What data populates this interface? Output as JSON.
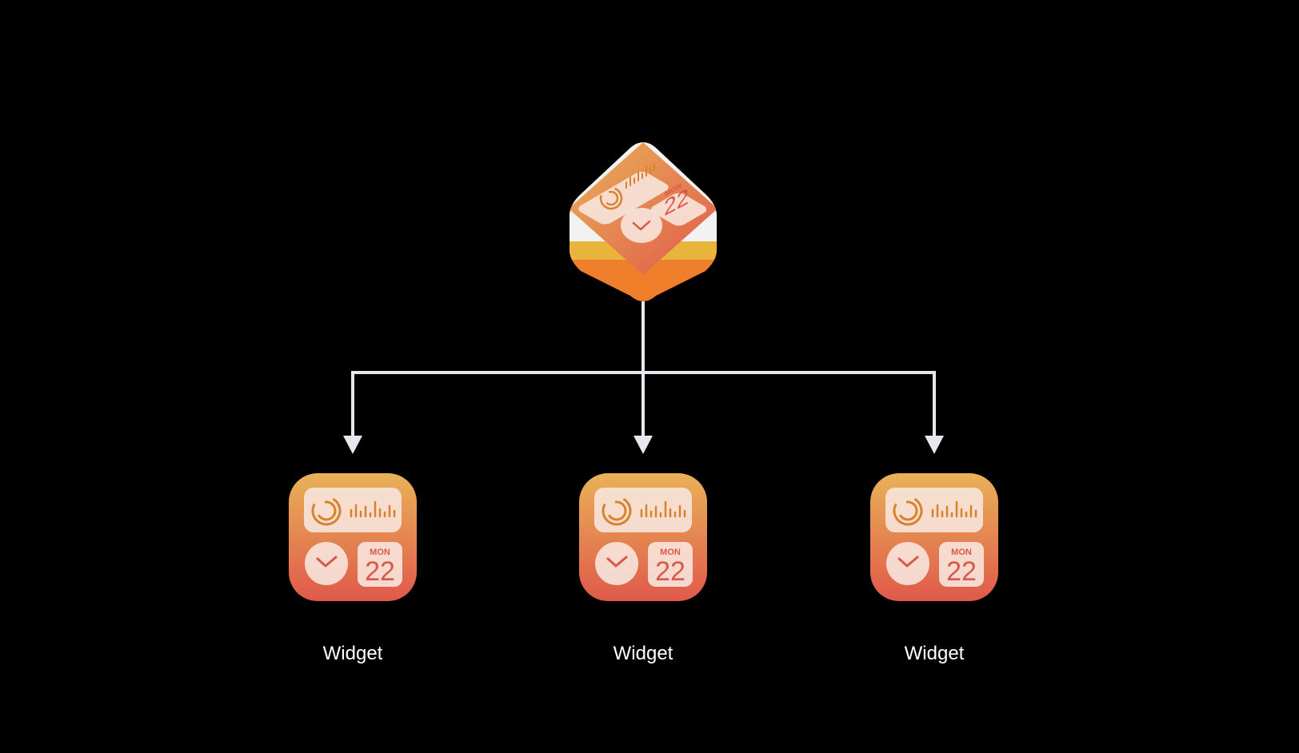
{
  "diagram": {
    "root": {
      "calendar_day": "MON",
      "calendar_date": "22"
    },
    "widgets": [
      {
        "label": "Widget",
        "calendar_day": "MON",
        "calendar_date": "22"
      },
      {
        "label": "Widget",
        "calendar_day": "MON",
        "calendar_date": "22"
      },
      {
        "label": "Widget",
        "calendar_day": "MON",
        "calendar_date": "22"
      }
    ]
  },
  "colors": {
    "background": "#000000",
    "connector": "#e6e8ee",
    "icon_top": "#e9b257",
    "icon_bottom": "#e0594b",
    "tile": "#f7e3d9",
    "accent": "#d9822e",
    "calendar_number": "#d9584b",
    "layer_white": "#f2f2f2",
    "layer_yellow": "#e8b43c",
    "layer_orange": "#ef7f2a"
  },
  "icons": {
    "root": "widgetkit-stack-icon",
    "widget": "widget-icon",
    "activity": "activity-ring-icon",
    "chart": "bar-chart-icon",
    "clock": "clock-icon",
    "calendar": "calendar-icon"
  }
}
